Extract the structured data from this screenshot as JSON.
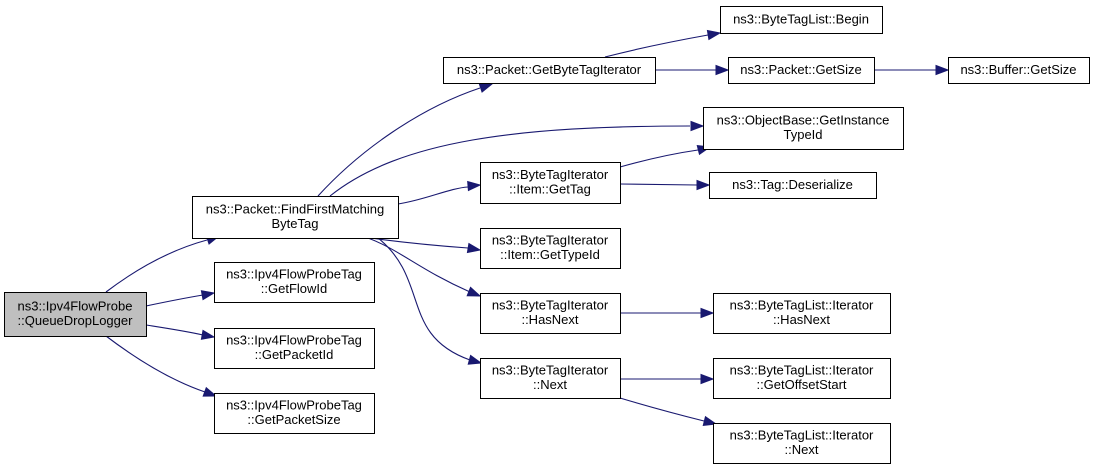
{
  "graph": {
    "type": "call-graph",
    "edge_color": "#191970",
    "root_fill": "#bfbfbf",
    "nodes": [
      {
        "id": "queue-drop-logger",
        "lines": [
          "ns3::Ipv4FlowProbe",
          "::QueueDropLogger"
        ],
        "root": true
      },
      {
        "id": "find-first-matching-byte-tag",
        "lines": [
          "ns3::Packet::FindFirstMatching",
          "ByteTag"
        ]
      },
      {
        "id": "get-flow-id",
        "lines": [
          "ns3::Ipv4FlowProbeTag",
          "::GetFlowId"
        ]
      },
      {
        "id": "get-packet-id",
        "lines": [
          "ns3::Ipv4FlowProbeTag",
          "::GetPacketId"
        ]
      },
      {
        "id": "get-packet-size",
        "lines": [
          "ns3::Ipv4FlowProbeTag",
          "::GetPacketSize"
        ]
      },
      {
        "id": "get-byte-tag-iterator",
        "lines": [
          "ns3::Packet::GetByteTagIterator"
        ]
      },
      {
        "id": "get-instance-type-id",
        "lines": [
          "ns3::ObjectBase::GetInstance",
          "TypeId"
        ]
      },
      {
        "id": "item-get-tag",
        "lines": [
          "ns3::ByteTagIterator",
          "::Item::GetTag"
        ]
      },
      {
        "id": "tag-deserialize",
        "lines": [
          "ns3::Tag::Deserialize"
        ]
      },
      {
        "id": "item-get-type-id",
        "lines": [
          "ns3::ByteTagIterator",
          "::Item::GetTypeId"
        ]
      },
      {
        "id": "iterator-has-next",
        "lines": [
          "ns3::ByteTagIterator",
          "::HasNext"
        ]
      },
      {
        "id": "iterator-next",
        "lines": [
          "ns3::ByteTagIterator",
          "::Next"
        ]
      },
      {
        "id": "byte-tag-list-begin",
        "lines": [
          "ns3::ByteTagList::Begin"
        ]
      },
      {
        "id": "packet-get-size",
        "lines": [
          "ns3::Packet::GetSize"
        ]
      },
      {
        "id": "buffer-get-size",
        "lines": [
          "ns3::Buffer::GetSize"
        ]
      },
      {
        "id": "list-iterator-has-next",
        "lines": [
          "ns3::ByteTagList::Iterator",
          "::HasNext"
        ]
      },
      {
        "id": "list-iterator-get-offset-start",
        "lines": [
          "ns3::ByteTagList::Iterator",
          "::GetOffsetStart"
        ]
      },
      {
        "id": "list-iterator-next",
        "lines": [
          "ns3::ByteTagList::Iterator",
          "::Next"
        ]
      }
    ],
    "edges": [
      {
        "from": "queue-drop-logger",
        "to": "find-first-matching-byte-tag"
      },
      {
        "from": "queue-drop-logger",
        "to": "get-flow-id"
      },
      {
        "from": "queue-drop-logger",
        "to": "get-packet-id"
      },
      {
        "from": "queue-drop-logger",
        "to": "get-packet-size"
      },
      {
        "from": "find-first-matching-byte-tag",
        "to": "get-byte-tag-iterator"
      },
      {
        "from": "find-first-matching-byte-tag",
        "to": "get-instance-type-id"
      },
      {
        "from": "find-first-matching-byte-tag",
        "to": "item-get-tag"
      },
      {
        "from": "find-first-matching-byte-tag",
        "to": "item-get-type-id"
      },
      {
        "from": "find-first-matching-byte-tag",
        "to": "iterator-has-next"
      },
      {
        "from": "find-first-matching-byte-tag",
        "to": "iterator-next"
      },
      {
        "from": "get-byte-tag-iterator",
        "to": "byte-tag-list-begin"
      },
      {
        "from": "get-byte-tag-iterator",
        "to": "packet-get-size"
      },
      {
        "from": "packet-get-size",
        "to": "buffer-get-size"
      },
      {
        "from": "item-get-tag",
        "to": "get-instance-type-id"
      },
      {
        "from": "item-get-tag",
        "to": "tag-deserialize"
      },
      {
        "from": "iterator-has-next",
        "to": "list-iterator-has-next"
      },
      {
        "from": "iterator-next",
        "to": "list-iterator-get-offset-start"
      },
      {
        "from": "iterator-next",
        "to": "list-iterator-next"
      }
    ]
  }
}
